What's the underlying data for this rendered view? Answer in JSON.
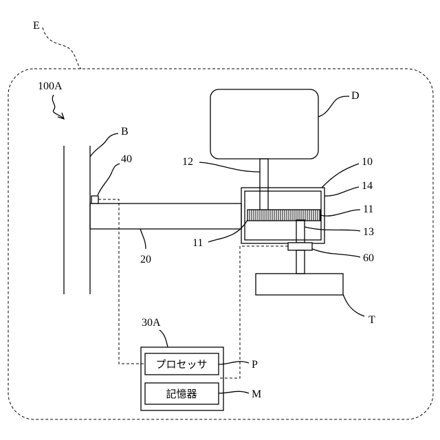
{
  "labels": {
    "environment": "E",
    "system": "100A",
    "wall": "B",
    "sensor_40": "40",
    "display": "D",
    "shaft_12": "12",
    "housing": "10",
    "housing_14": "14",
    "gear_11_right": "11",
    "gear_11_left": "11",
    "shaft_13": "13",
    "arm": "20",
    "sensor_60": "60",
    "table": "T",
    "controller": "30A",
    "processor_ref": "P",
    "memory_ref": "M"
  },
  "controller": {
    "processor_text": "プロセッサ",
    "memory_text": "記憶器"
  }
}
